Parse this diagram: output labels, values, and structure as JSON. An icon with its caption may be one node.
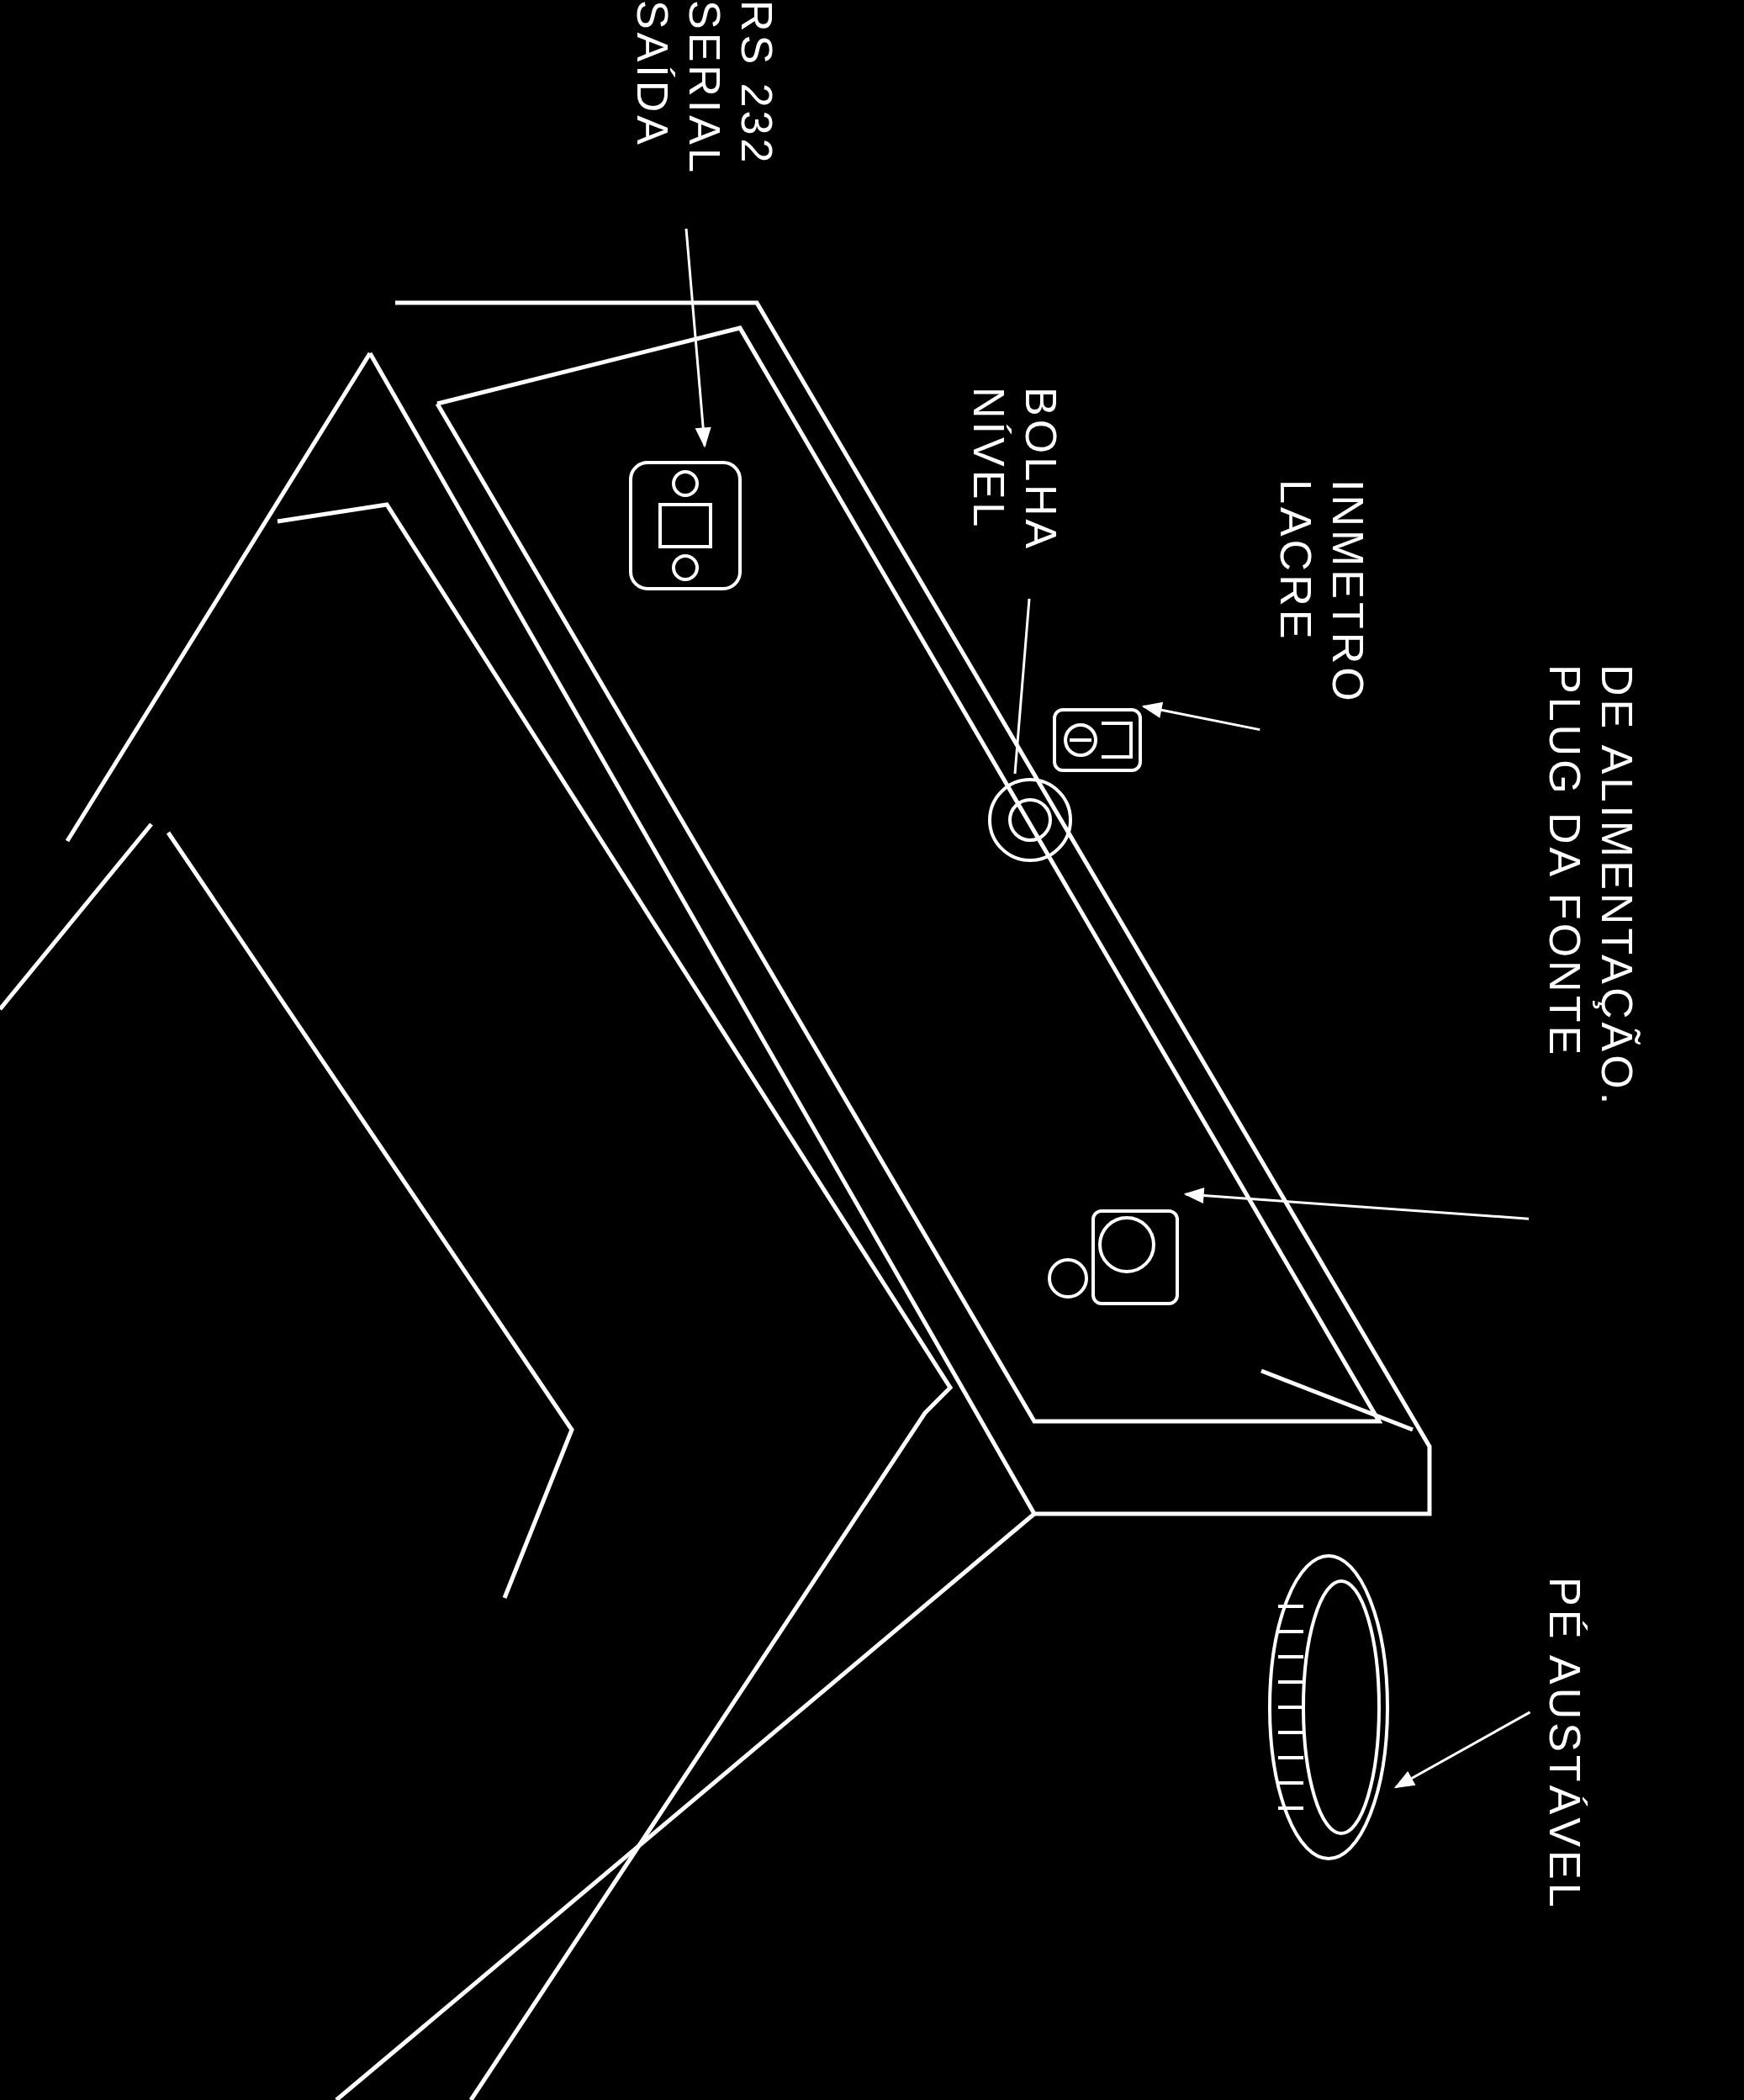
{
  "diagram": {
    "nodes": [
      {
        "text": [
          "SAÍDA SERIAL RS 232"
        ]
      },
      {
        "text": [],
        "shape": "picture"
      },
      {
        "text": [
          "NÍVEL BOLHA"
        ]
      },
      {
        "text": [],
        "shape": "picture"
      },
      {
        "text": [
          "LACRE INMETRO"
        ]
      },
      {
        "text": [],
        "shape": "picture"
      },
      {
        "text": [
          "PLUG DA FONTE DE ALIMENTAÇÃO."
        ]
      },
      {
        "text": [],
        "shape": "picture"
      },
      {
        "text": [
          "PÉ AUSTÁVEL"
        ]
      },
      {
        "text": [],
        "shape": "picture"
      }
    ],
    "edges": [
      {
        "from": 0,
        "to": 1,
        "arrow": "to"
      },
      {
        "from": 2,
        "to": 3,
        "arrow": "none"
      },
      {
        "from": 4,
        "to": 5,
        "arrow": "to"
      },
      {
        "from": 6,
        "to": 7,
        "arrow": "to"
      },
      {
        "from": 8,
        "to": 9,
        "arrow": "to"
      }
    ]
  }
}
